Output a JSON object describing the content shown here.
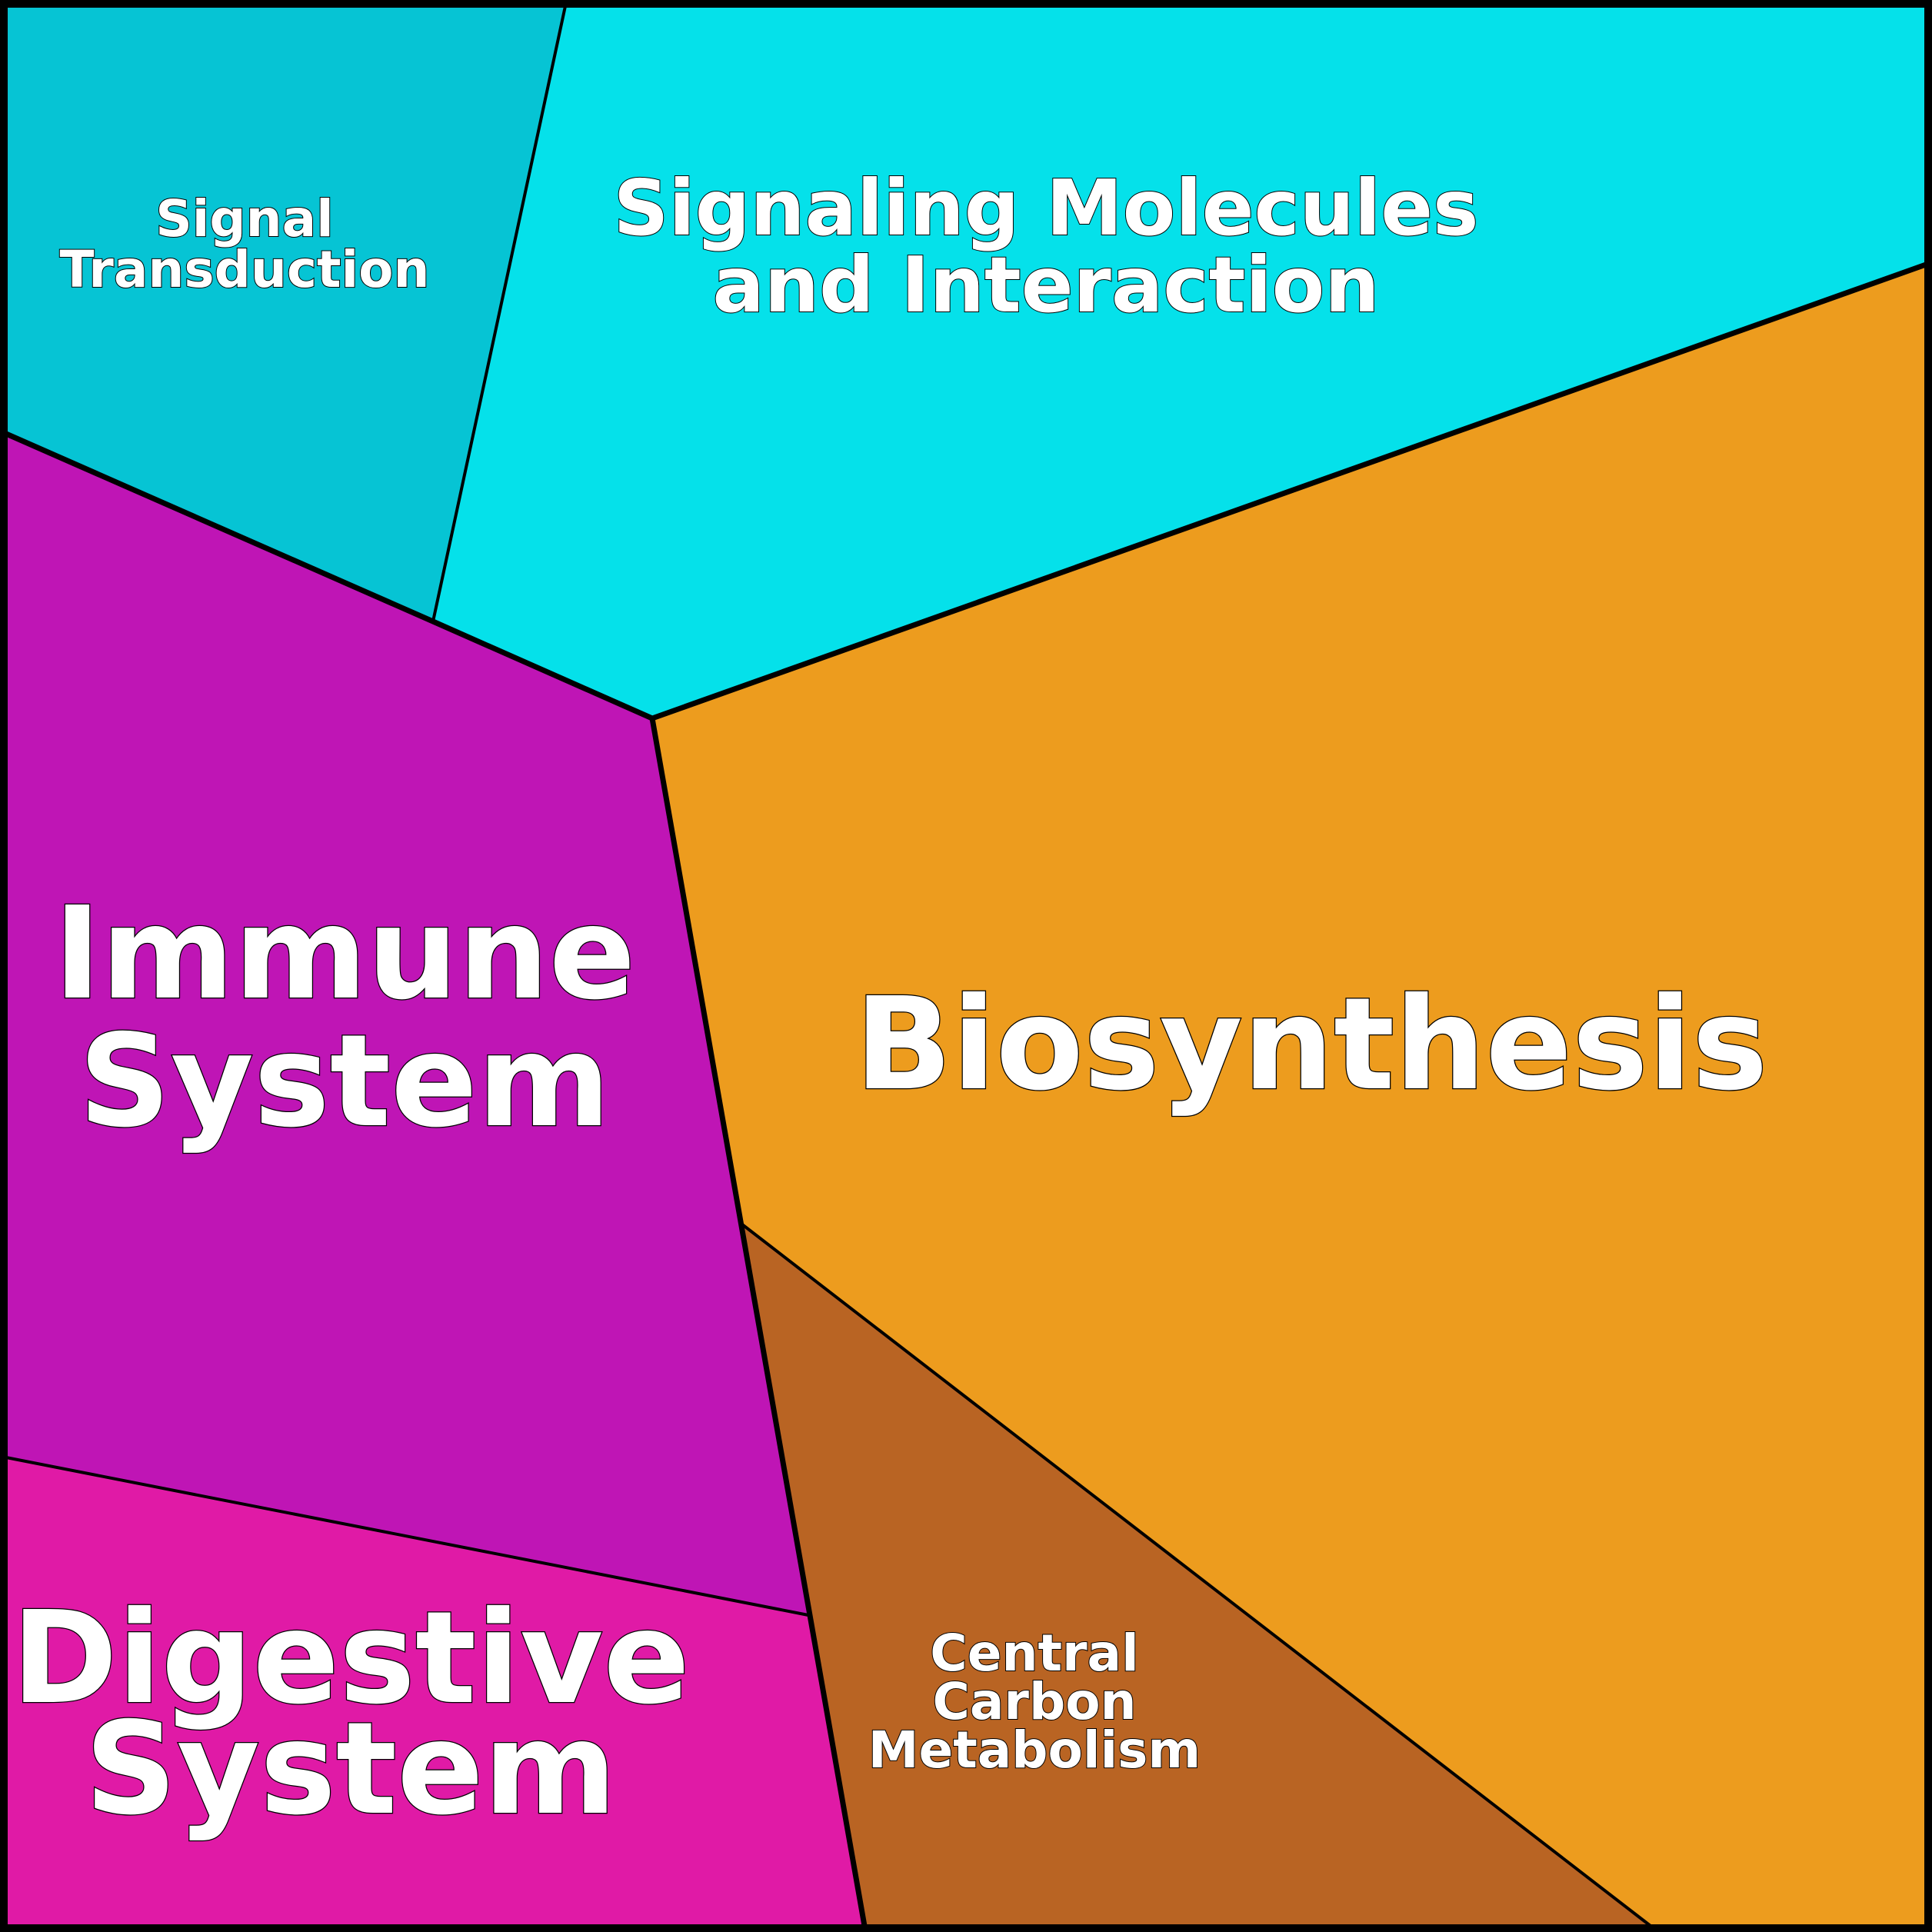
{
  "cells": {
    "signal_transduction": {
      "label": [
        "Signal",
        "Transduction"
      ],
      "color": "#06c4d4"
    },
    "signaling_molecules": {
      "label": [
        "Signaling Molecules",
        "and Interaction"
      ],
      "color": "#05e1ea"
    },
    "immune_system": {
      "label": [
        "Immune",
        "System"
      ],
      "color": "#bf15b5"
    },
    "biosynthesis": {
      "label": [
        "Biosynthesis"
      ],
      "color": "#ed9c1e"
    },
    "digestive_system": {
      "label": [
        "Digestive",
        "System"
      ],
      "color": "#e01aa6"
    },
    "central_carbon": {
      "label": [
        "Central",
        "Carbon",
        "Metabolism"
      ],
      "color": "#b96423"
    }
  }
}
